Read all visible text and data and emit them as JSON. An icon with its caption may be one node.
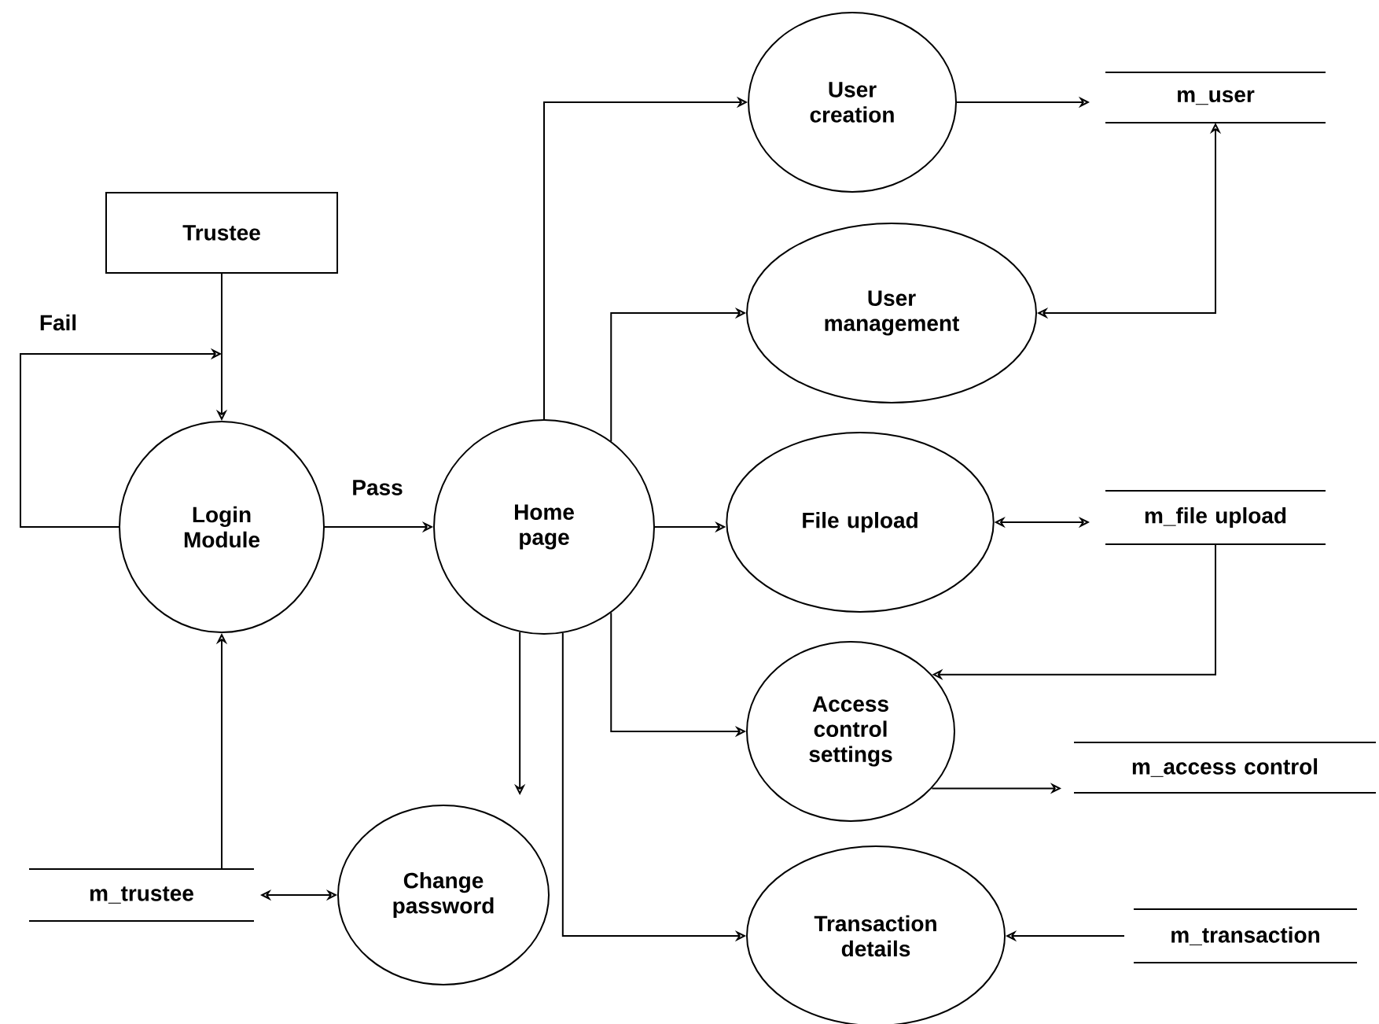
{
  "diagram": {
    "nodes": [
      {
        "text": [
          "Trustee"
        ]
      },
      {
        "text": [
          "Login Module"
        ]
      },
      {
        "text": [
          "Home page"
        ]
      },
      {
        "text": [
          "User creation"
        ]
      },
      {
        "text": [
          "m_user"
        ]
      },
      {
        "text": [
          "User management"
        ]
      },
      {
        "text": [
          "File upload"
        ]
      },
      {
        "text": [
          "m_file upload"
        ]
      },
      {
        "text": [
          "Access control settings"
        ]
      },
      {
        "text": [
          "m_access control"
        ]
      },
      {
        "text": [
          "Change password"
        ]
      },
      {
        "text": [
          "m_trustee"
        ]
      },
      {
        "text": [
          "Transaction details"
        ]
      },
      {
        "text": [
          "m_transaction"
        ]
      }
    ],
    "edges": [
      {
        "from": 0,
        "to": 1,
        "arrow": "to"
      },
      {
        "from": 1,
        "to": 1,
        "arrow": "to",
        "label": "Fail"
      },
      {
        "from": 1,
        "to": 2,
        "arrow": "to",
        "label": "Pass"
      },
      {
        "from": 2,
        "to": 3,
        "arrow": "to"
      },
      {
        "from": 2,
        "to": 5,
        "arrow": "to"
      },
      {
        "from": 2,
        "to": 6,
        "arrow": "to"
      },
      {
        "from": 2,
        "to": 8,
        "arrow": "to"
      },
      {
        "from": 2,
        "to": 10,
        "arrow": "to"
      },
      {
        "from": 2,
        "to": 12,
        "arrow": "to"
      },
      {
        "from": 3,
        "to": 4,
        "arrow": "to"
      },
      {
        "from": 5,
        "to": 4,
        "arrow": "both"
      },
      {
        "from": 6,
        "to": 7,
        "arrow": "both"
      },
      {
        "from": 7,
        "to": 8,
        "arrow": "to"
      },
      {
        "from": 8,
        "to": 9,
        "arrow": "to"
      },
      {
        "from": 11,
        "to": 10,
        "arrow": "both"
      },
      {
        "from": 11,
        "to": 1,
        "arrow": "to"
      },
      {
        "from": 13,
        "to": 12,
        "arrow": "to"
      }
    ]
  }
}
